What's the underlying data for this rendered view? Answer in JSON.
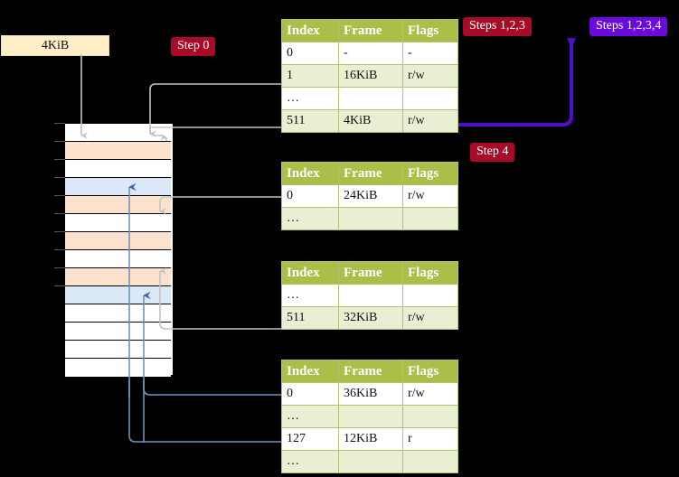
{
  "labels": {
    "step0": "Step 0",
    "step4": "Step 4",
    "steps123": "Steps 1,2,3",
    "steps1234": "Steps 1,2,3,4",
    "kib_box": "4KiB"
  },
  "colors": {
    "badge_red": "#a80b28",
    "badge_purple": "#6a0bdd",
    "table_header": "#aabe48",
    "table_alt_row": "#e9efd3",
    "highlight": "#fbf8a0",
    "mem_orange": "#fde3cd",
    "mem_blue": "#dbe8f7",
    "kib_fill": "#fdeec8",
    "arrow_gray": "#b9b9b9",
    "arrow_blue": "#6f93bf"
  },
  "tables": [
    {
      "name": "pml4-table",
      "headers": [
        "Index",
        "Frame",
        "Flags"
      ],
      "rows": [
        {
          "index": "0",
          "frame": "-",
          "flags": "-",
          "alt": false,
          "hl": false
        },
        {
          "index": "1",
          "frame": "16KiB",
          "flags": "r/w",
          "alt": true,
          "hl": false
        },
        {
          "index": "…",
          "frame": "",
          "flags": "",
          "alt": false,
          "hl": false
        },
        {
          "index": "511",
          "frame": "4KiB",
          "flags": "r/w",
          "alt": true,
          "hl": true
        }
      ]
    },
    {
      "name": "pdp-table",
      "headers": [
        "Index",
        "Frame",
        "Flags"
      ],
      "rows": [
        {
          "index": "0",
          "frame": "24KiB",
          "flags": "r/w",
          "alt": false,
          "hl": false
        },
        {
          "index": "…",
          "frame": "",
          "flags": "",
          "alt": true,
          "hl": false
        }
      ]
    },
    {
      "name": "pd-table",
      "headers": [
        "Index",
        "Frame",
        "Flags"
      ],
      "rows": [
        {
          "index": "…",
          "frame": "",
          "flags": "",
          "alt": false,
          "hl": false
        },
        {
          "index": "511",
          "frame": "32KiB",
          "flags": "r/w",
          "alt": true,
          "hl": false
        }
      ]
    },
    {
      "name": "pt-table",
      "headers": [
        "Index",
        "Frame",
        "Flags"
      ],
      "rows": [
        {
          "index": "0",
          "frame": "36KiB",
          "flags": "r/w",
          "alt": false,
          "hl": false
        },
        {
          "index": "…",
          "frame": "",
          "flags": "",
          "alt": true,
          "hl": false
        },
        {
          "index": "127",
          "frame": "12KiB",
          "flags": "r",
          "alt": false,
          "hl": false
        },
        {
          "index": "…",
          "frame": "",
          "flags": "",
          "alt": true,
          "hl": false
        }
      ]
    }
  ],
  "memory": {
    "name": "physical-memory-column",
    "cells": [
      {
        "fill": "white"
      },
      {
        "fill": "orange"
      },
      {
        "fill": "white"
      },
      {
        "fill": "blue"
      },
      {
        "fill": "orange"
      },
      {
        "fill": "white"
      },
      {
        "fill": "orange"
      },
      {
        "fill": "white"
      },
      {
        "fill": "orange"
      },
      {
        "fill": "blue"
      },
      {
        "fill": "white"
      },
      {
        "fill": "white"
      },
      {
        "fill": "white"
      },
      {
        "fill": "white"
      }
    ]
  }
}
